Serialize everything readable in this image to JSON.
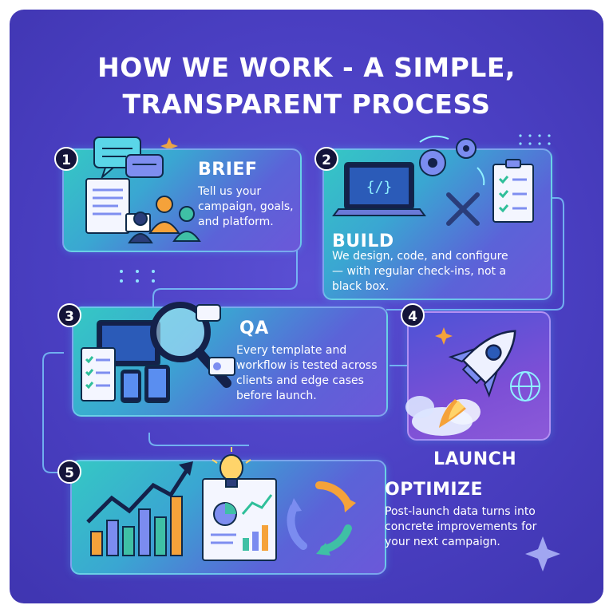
{
  "title": {
    "line1": "HOW WE WORK - A SIMPLE,",
    "line2": "TRANSPARENT PROCESS"
  },
  "steps": [
    {
      "number": "1",
      "title": "BRIEF",
      "desc": [
        "Tell us your",
        "campaign, goals,",
        "and platform."
      ]
    },
    {
      "number": "2",
      "title": "BUILD",
      "desc": [
        "We design, code, and configure",
        "— with regular check-ins, not a",
        "black box."
      ]
    },
    {
      "number": "3",
      "title": "QA",
      "desc": [
        "Every template and",
        "workflow is tested across",
        "clients and edge cases",
        "before launch."
      ]
    },
    {
      "number": "4",
      "title": "LAUNCH",
      "desc": []
    },
    {
      "number": "5",
      "title": "OPTIMIZE",
      "desc": [
        "Post-launch data turns into",
        "concrete improvements for",
        "your next campaign."
      ]
    }
  ],
  "icons": {
    "brief": "chat-bubbles-team-document-icon",
    "build": "laptop-code-gears-wrench-checklist-icon",
    "qa": "magnifier-devices-checklist-icon",
    "launch": "rocket-globe-icon",
    "optimize": "bar-chart-lightbulb-report-cycle-icon"
  },
  "colors": {
    "background": "#4a3fc2",
    "card_gradient_start": "#35c8c4",
    "card_gradient_end": "#6b58d9",
    "accent_orange": "#f5a23a",
    "badge": "#14143a"
  }
}
